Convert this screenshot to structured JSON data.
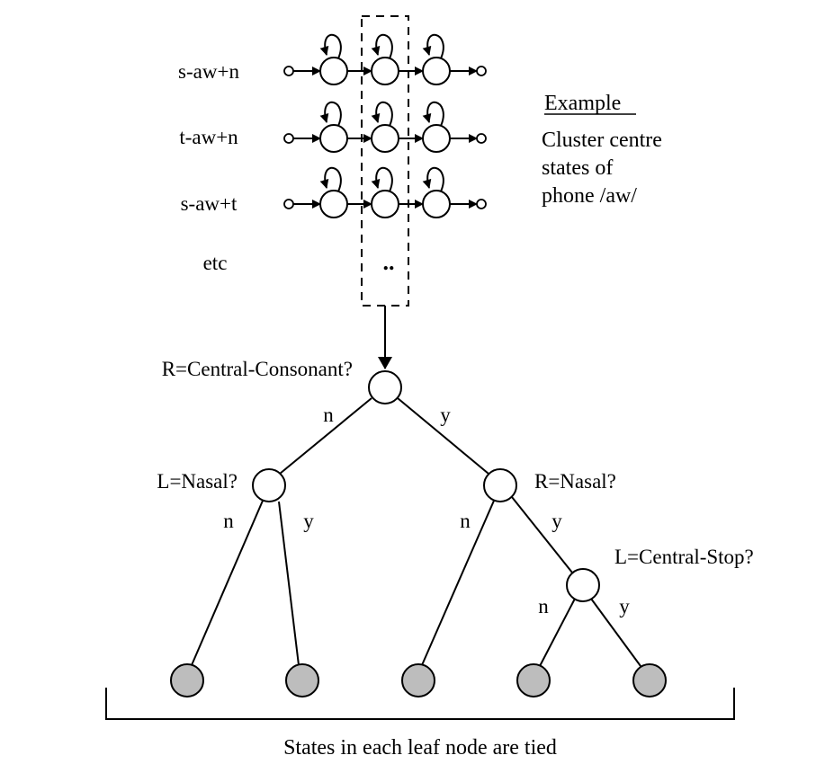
{
  "models": [
    {
      "label": "s-aw+n"
    },
    {
      "label": "t-aw+n"
    },
    {
      "label": "s-aw+t"
    }
  ],
  "etc_label": "etc",
  "ellipsis": "..",
  "example": {
    "title": "Example",
    "lines": [
      "Cluster centre",
      "states of",
      "phone /aw/"
    ]
  },
  "tree": {
    "root_question": "R=Central-Consonant?",
    "left_question": "L=Nasal?",
    "right_question": "R=Nasal?",
    "rr_question": "L=Central-Stop?",
    "no": "n",
    "yes": "y"
  },
  "footer": "States in each leaf node are tied"
}
